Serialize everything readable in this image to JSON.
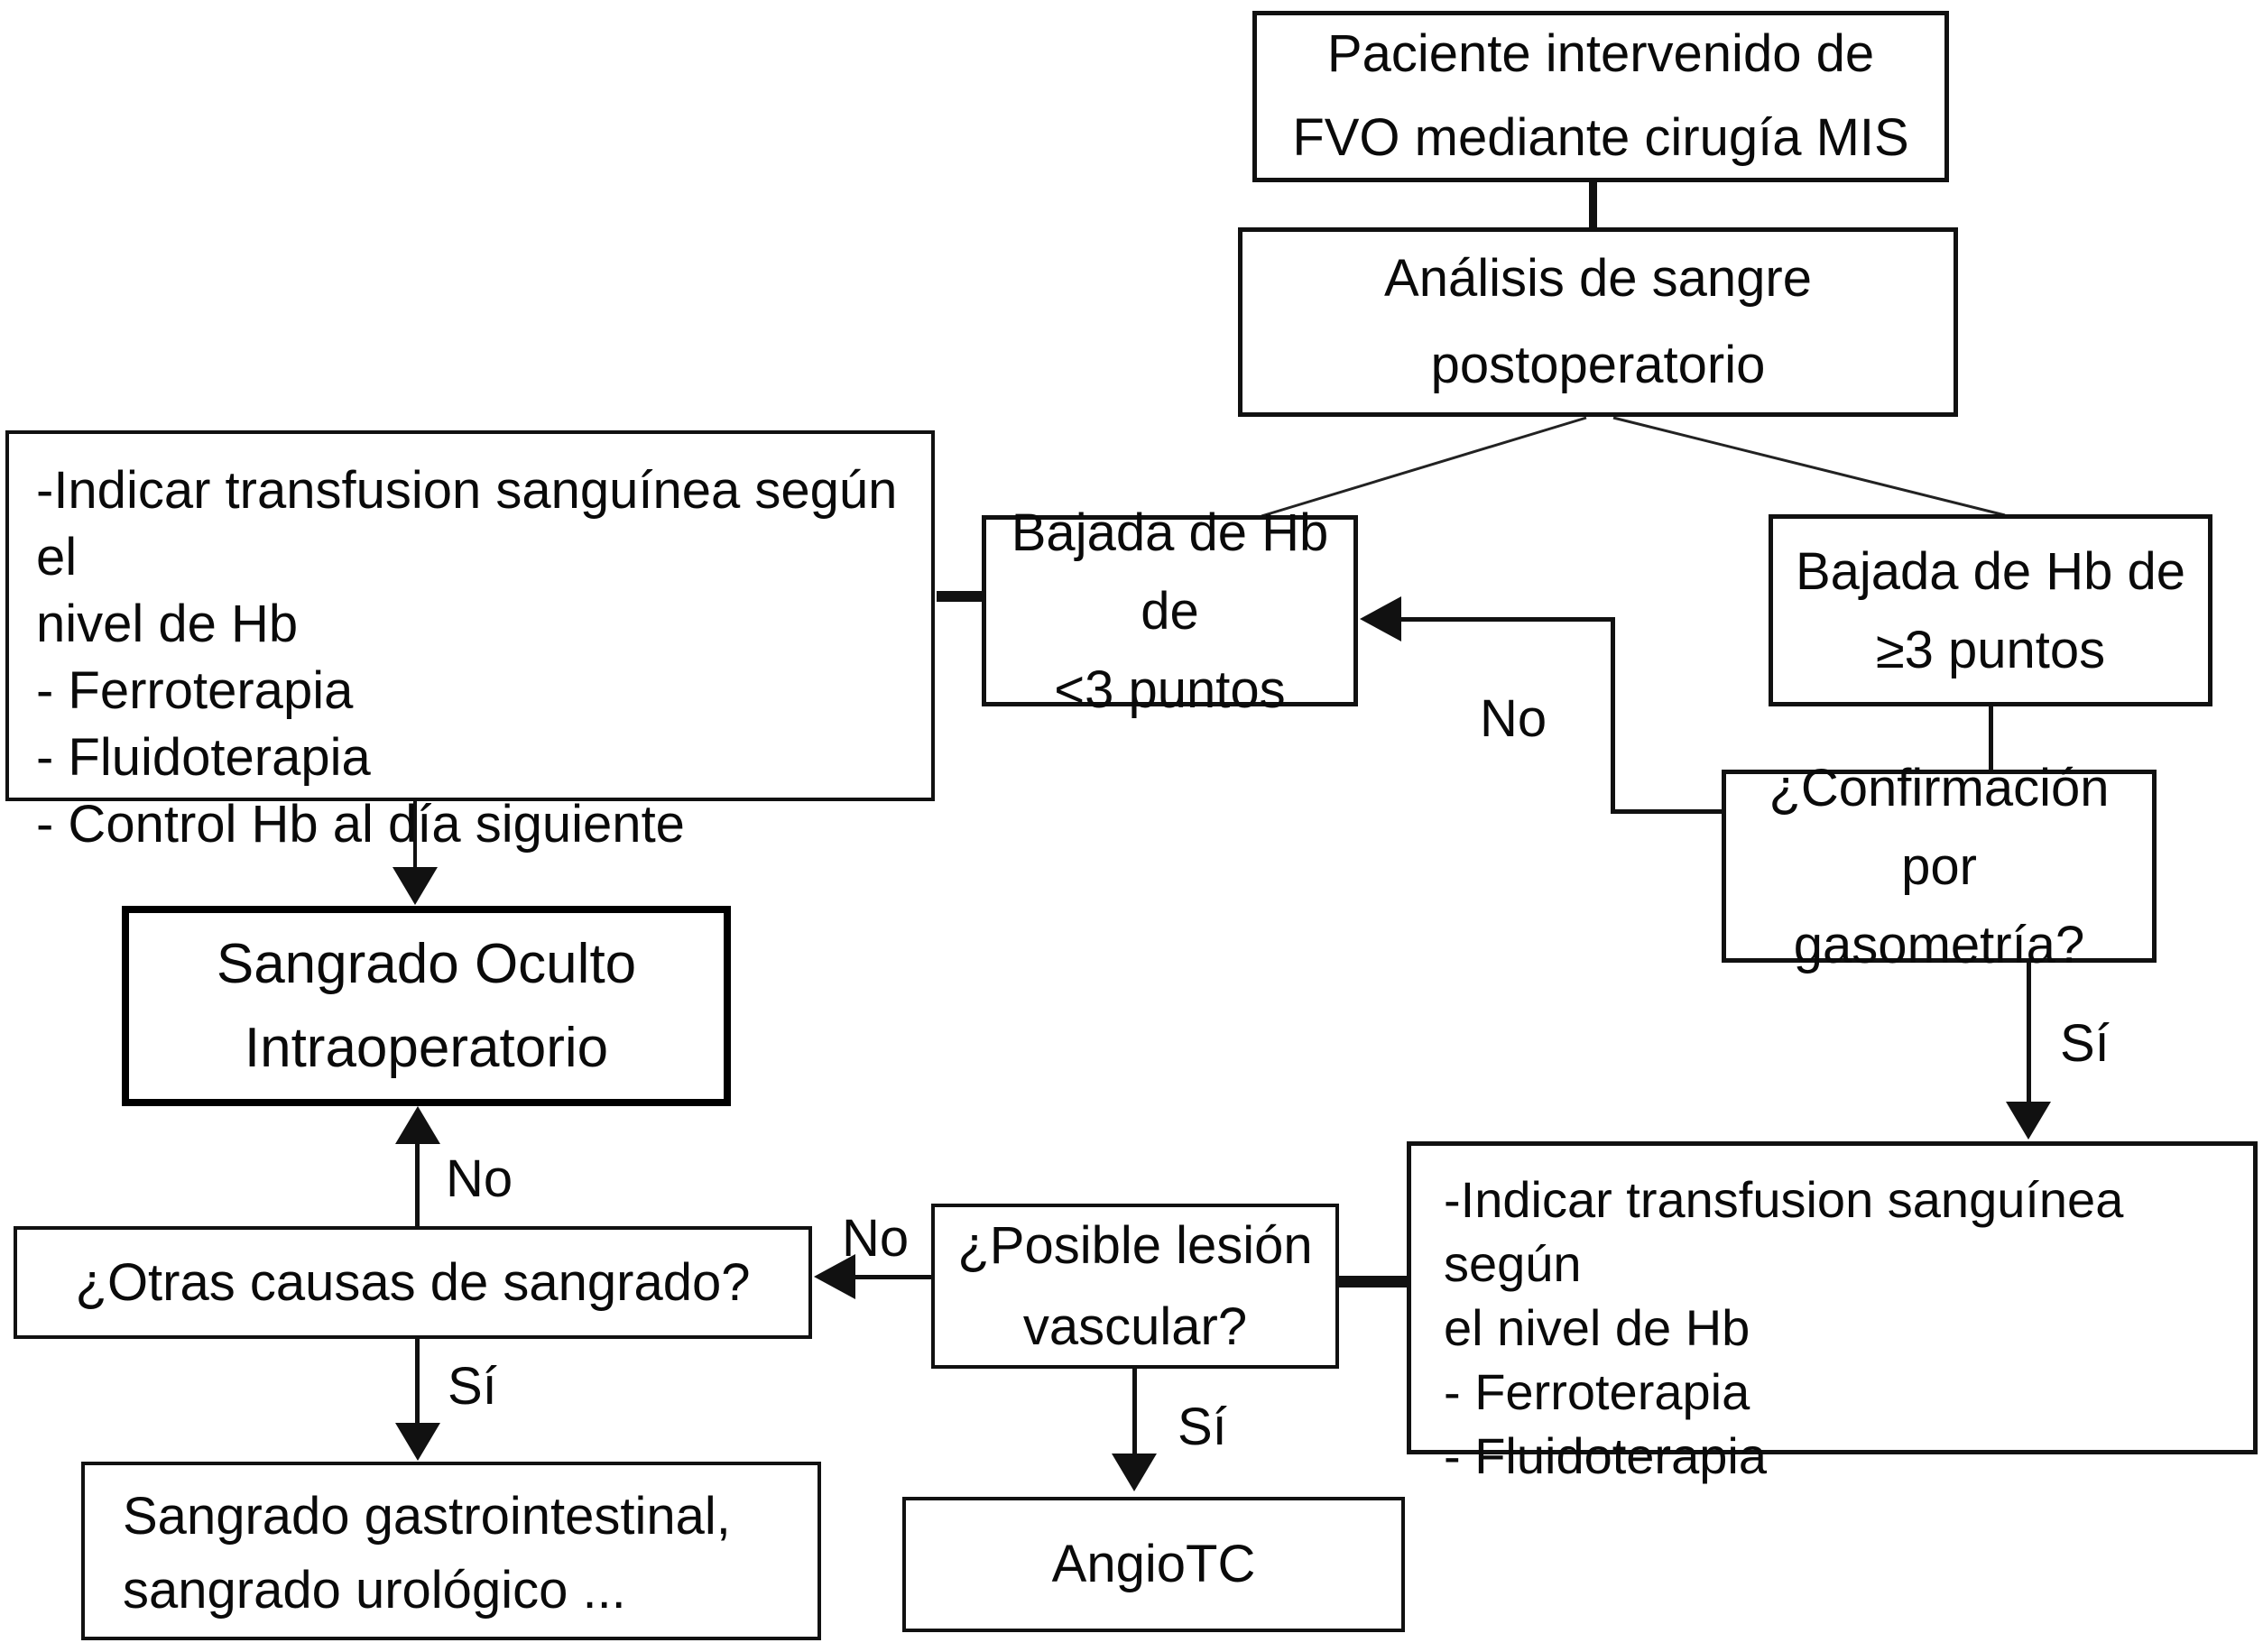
{
  "diagram": {
    "nodes": {
      "paciente": {
        "text": "Paciente intervenido de\nFVO mediante cirugía MIS"
      },
      "analisis": {
        "text": "Análisis de sangre\npostoperatorio"
      },
      "bajada_lt3": {
        "text": "Bajada de Hb de\n<3 puntos"
      },
      "bajada_ge3": {
        "text": "Bajada de Hb de\n≥3 puntos"
      },
      "tratamiento_lt3": {
        "text": "-Indicar transfusion sanguínea según el\nnivel de Hb\n- Ferroterapia\n- Fluidoterapia\n- Control Hb al día siguiente"
      },
      "sangrado_oculto": {
        "text": "Sangrado Oculto\nIntraoperatorio"
      },
      "gasometria": {
        "text": "¿Confirmación por\ngasometría?"
      },
      "tratamiento_ge3": {
        "text": "-Indicar transfusion sanguínea según\nel nivel de Hb\n- Ferroterapia\n- Fluidoterapia"
      },
      "posible_lesion": {
        "text": "¿Posible lesión\nvascular?"
      },
      "otras_causas": {
        "text": "¿Otras causas de sangrado?"
      },
      "sangrado_gastro": {
        "text": "Sangrado gastrointestinal,\nsangrado urológico ..."
      },
      "angiotc": {
        "text": "AngioTC"
      }
    },
    "edge_labels": {
      "gasometria_no": "No",
      "gasometria_si": "Sí",
      "lesion_no": "No",
      "lesion_si": "Sí",
      "otras_no": "No",
      "otras_si": "Sí"
    },
    "colors": {
      "line": "#111111",
      "text": "#0a0a0a",
      "background": "#ffffff"
    }
  }
}
